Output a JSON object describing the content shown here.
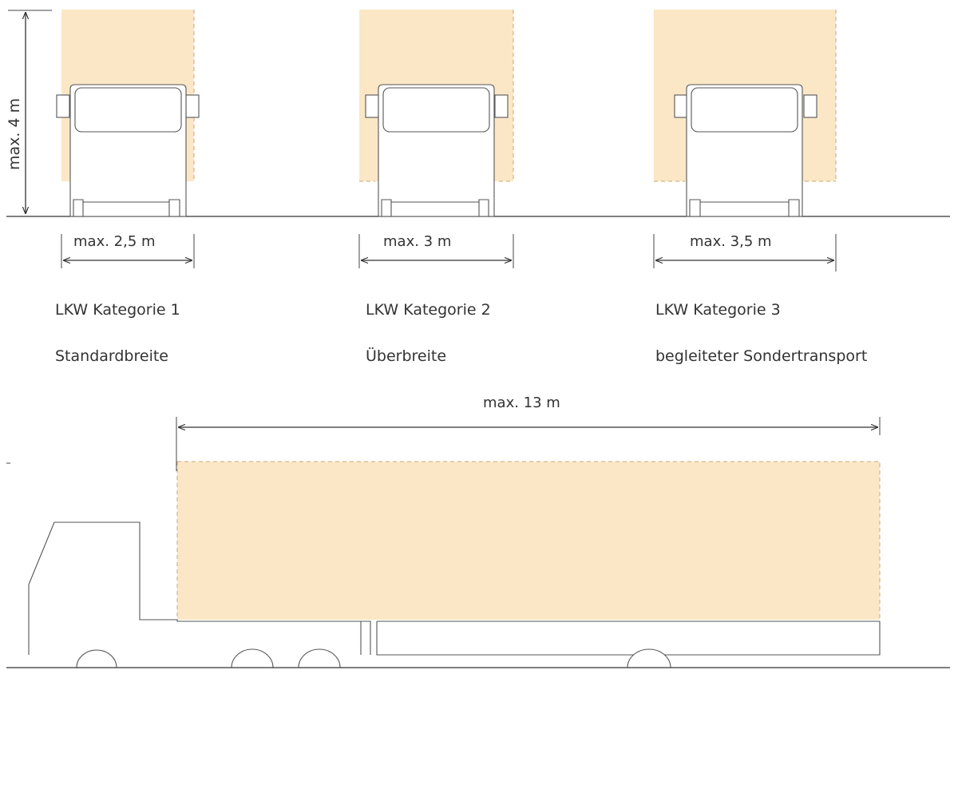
{
  "colors": {
    "cargo_fill": "#fbe7c6",
    "line": "#333333"
  },
  "height_label": "max. 4  m",
  "categories": [
    {
      "width_label": "max. 2,5  m",
      "name": "LKW Kategorie 1",
      "description": "Standardbreite"
    },
    {
      "width_label": "max. 3  m",
      "name": "LKW Kategorie 2",
      "description": "Überbreite"
    },
    {
      "width_label": "max. 3,5  m",
      "name": "LKW Kategorie 3",
      "description": "begleiteter Sondertransport"
    }
  ],
  "length_label": "max. 13  m"
}
